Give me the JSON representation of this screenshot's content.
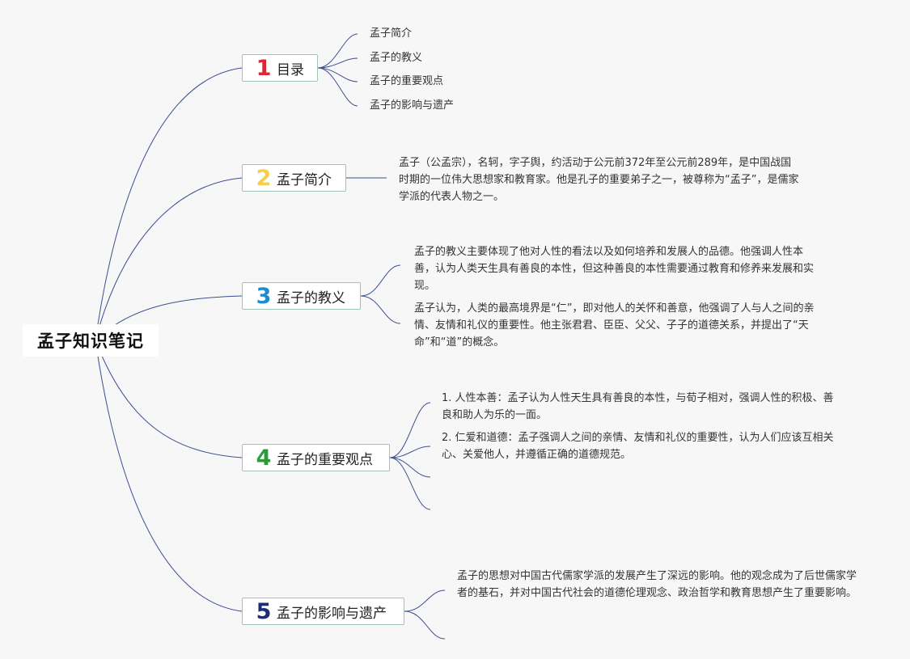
{
  "root": {
    "title": "孟子知识笔记"
  },
  "branches": [
    {
      "num": "1",
      "color": "#d8293a",
      "label": "目录"
    },
    {
      "num": "2",
      "color": "#f4cf4c",
      "label": "孟子简介"
    },
    {
      "num": "3",
      "color": "#1d8ccf",
      "label": "孟子的教义"
    },
    {
      "num": "4",
      "color": "#2e9b3a",
      "label": "孟子的重要观点"
    },
    {
      "num": "5",
      "color": "#1c2d74",
      "label": "孟子的影响与遗产"
    }
  ],
  "toc": [
    "孟子简介",
    "孟子的教义",
    "孟子的重要观点",
    "孟子的影响与遗产"
  ],
  "intro": "孟子（公孟宗），名轲，字子舆，约活动于公元前372年至公元前289年，是中国战国时期的一位伟大思想家和教育家。他是孔子的重要弟子之一，被尊称为“孟子”，是儒家学派的代表人物之一。",
  "teachings": [
    "孟子的教义主要体现了他对人性的看法以及如何培养和发展人的品德。他强调人性本善，认为人类天生具有善良的本性，但这种善良的本性需要通过教育和修养来发展和实现。",
    "孟子认为，人类的最高境界是“仁”，即对他人的关怀和善意，他强调了人与人之间的亲情、友情和礼仪的重要性。他主张君君、臣臣、父父、子子的道德关系，并提出了“天命”和“道”的概念。"
  ],
  "viewpoints": [
    "1. 人性本善：孟子认为人性天生具有善良的本性，与荀子相对，强调人性的积极、善良和助人为乐的一面。",
    "2. 仁爱和道德：孟子强调人之间的亲情、友情和礼仪的重要性，认为人们应该互相关心、关爱他人，并遵循正确的道德规范。"
  ],
  "legacy": "孟子的思想对中国古代儒家学派的发展产生了深远的影响。他的观念成为了后世儒家学者的基石，并对中国古代社会的道德伦理观念、政治哲学和教育思想产生了重要影响。",
  "colors": {
    "line": "#3d4f8f",
    "branch_border": "#9fc5b6",
    "background": "#f7f7f8"
  }
}
